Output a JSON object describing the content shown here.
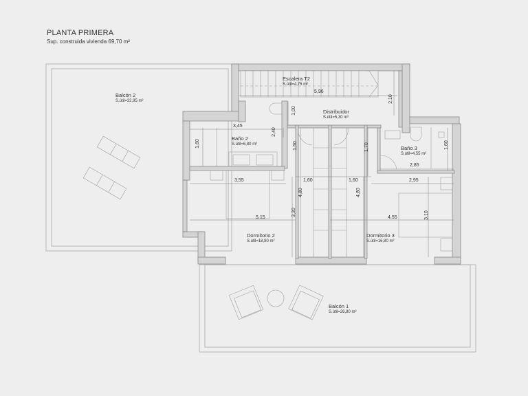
{
  "title": {
    "heading": "PLANTA PRIMERA",
    "subheading": "Sup. construida vivienda 69,70 m²"
  },
  "rooms": [
    {
      "id": "balcon-2",
      "name": "Balcón 2",
      "area": "S.útil=32,95 m²"
    },
    {
      "id": "escalera-t2",
      "name": "Escalera T2",
      "area": "S.útil=4,75 m²"
    },
    {
      "id": "distribuidor",
      "name": "Distribuidor",
      "area": "S.útil=5,30 m²"
    },
    {
      "id": "bano-2",
      "name": "Baño 2",
      "area": "S.útil=6,80 m²"
    },
    {
      "id": "bano-3",
      "name": "Baño 3",
      "area": "S.útil=4,55 m²"
    },
    {
      "id": "dormitorio-2",
      "name": "Dormitorio 2",
      "area": "S.útil=18,80 m²"
    },
    {
      "id": "dormitorio-3",
      "name": "Dormitorio 3",
      "area": "S.útil=16,80 m²"
    },
    {
      "id": "balcon-1",
      "name": "Balcón 1",
      "area": "S.útil=26,80 m²"
    }
  ],
  "dimensions": {
    "escalera_width": "5,96",
    "escalera_height": "2,10",
    "distribuidor_height": "1,00",
    "bano2_width": "3,45",
    "bano2_door": "2,40",
    "bano2_height": "1,60",
    "corridor_left_height": "1,50",
    "corridor_right_height": "1,70",
    "bano3_width": "2,85",
    "bano3_height": "1,60",
    "dorm2_width_top": "3,55",
    "dorm2_width_full": "5,15",
    "dorm2_depth": "3,30",
    "dorm2_total_depth": "4,80",
    "corridor_left_width": "1,60",
    "corridor_right_width": "1,60",
    "dorm3_total_depth": "4,80",
    "dorm3_width_top": "2,95",
    "dorm3_width_full": "4,55",
    "dorm3_depth": "3,10"
  },
  "colors": {
    "background": "#eeeeee",
    "wall_fill": "#d4d4d4",
    "wall_stroke": "#8a8a8a",
    "line": "#9a9a9a",
    "text": "#333333"
  }
}
